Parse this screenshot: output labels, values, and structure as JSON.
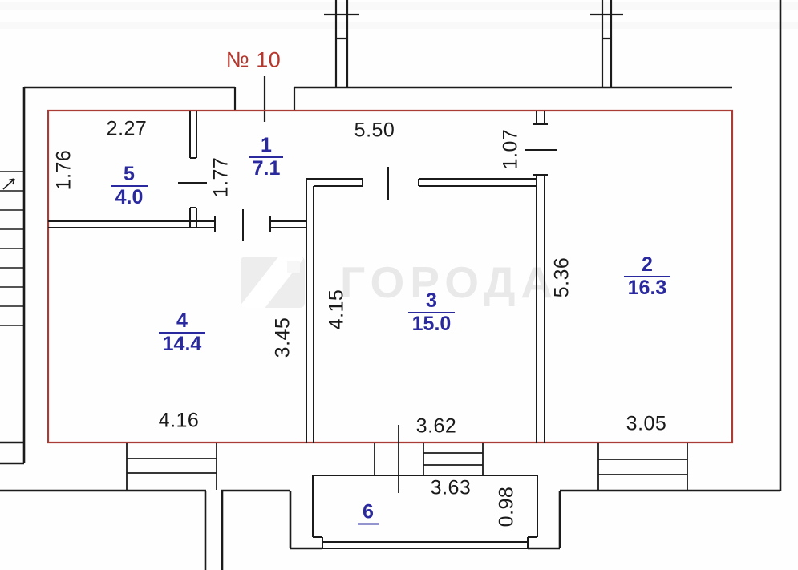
{
  "plan": {
    "title": "№ 10",
    "watermark_text": "ГОРОДА"
  },
  "rooms": {
    "r1": {
      "number": "1",
      "area": "7.1"
    },
    "r2": {
      "number": "2",
      "area": "16.3"
    },
    "r3": {
      "number": "3",
      "area": "15.0"
    },
    "r4": {
      "number": "4",
      "area": "14.4"
    },
    "r5": {
      "number": "5",
      "area": "4.0"
    },
    "r6": {
      "number": "6"
    }
  },
  "dimensions_m": {
    "room5_width": "2.27",
    "room5_height": "1.76",
    "hall_top_width": "5.50",
    "room2_door_height": "1.07",
    "hall_height": "1.77",
    "room4_inner_height": "3.45",
    "room3_inner_height": "4.15",
    "room2_height": "5.36",
    "room4_width": "4.16",
    "room3_width": "3.62",
    "room2_width": "3.05",
    "balcony_width": "3.63",
    "balcony_depth": "0.98"
  },
  "colors": {
    "apartment_boundary": "#a93c35",
    "room_label": "#2a2a9e",
    "title": "#b5362c",
    "walls": "#1b1b1b",
    "watermark": "#e9e9e9"
  }
}
